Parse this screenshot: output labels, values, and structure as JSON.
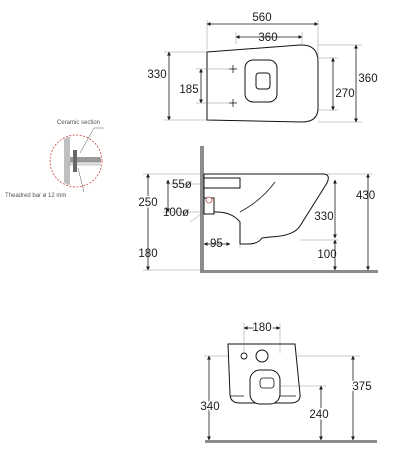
{
  "top_view": {
    "width_label": "560",
    "seat_width_label": "360",
    "left_height_label": "330",
    "inner_height_label": "185",
    "right_height_label": "360",
    "inner_right_label": "270"
  },
  "detail": {
    "ceramic_label": "Ceramic section",
    "bar_label": "Theadred bar ø 12 mm"
  },
  "side_view": {
    "pipe_small_label": "55ø",
    "height_250_label": "250",
    "pipe_large_label": "100ø",
    "offset_95_label": "95",
    "floor_180_label": "180",
    "height_430_label": "430",
    "height_330_label": "330",
    "height_100_label": "100"
  },
  "back_view": {
    "spacing_label": "180",
    "height_340_label": "340",
    "height_375_label": "375",
    "height_240_label": "240"
  },
  "colors": {
    "line": "#1a1a1a",
    "wall": "#8c8c8c",
    "detail_red": "#d04040"
  }
}
